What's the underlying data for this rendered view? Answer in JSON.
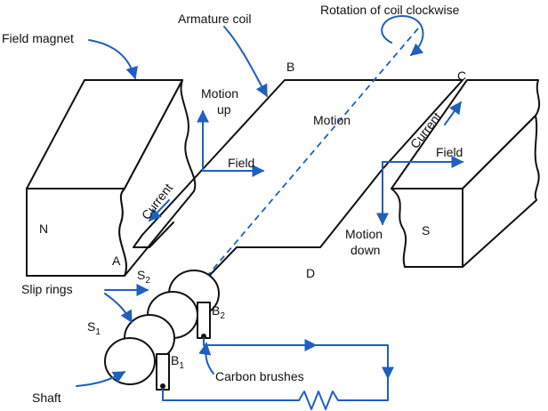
{
  "labels": {
    "field_magnet": "Field magnet",
    "armature_coil": "Armature coil",
    "rotation": "Rotation of coil clockwise",
    "point_b": "B",
    "point_c": "C",
    "point_a": "A",
    "point_d": "D",
    "motion_up_1": "Motion",
    "motion_up_2": "up",
    "motion": "Motion",
    "field_left": "Field",
    "field_right": "Field",
    "current_left": "Current",
    "current_right": "Current",
    "pole_n": "N",
    "pole_s": "S",
    "motion_down_1": "Motion",
    "motion_down_2": "down",
    "slip_rings": "Slip rings",
    "s2": "S",
    "s2_sub": "2",
    "s1": "S",
    "s1_sub": "1",
    "b2": "B",
    "b2_sub": "2",
    "b1": "B",
    "b1_sub": "1",
    "carbon_brushes": "Carbon brushes",
    "shaft": "Shaft"
  },
  "colors": {
    "line": "#111111",
    "blue": "#1f5fbf"
  }
}
